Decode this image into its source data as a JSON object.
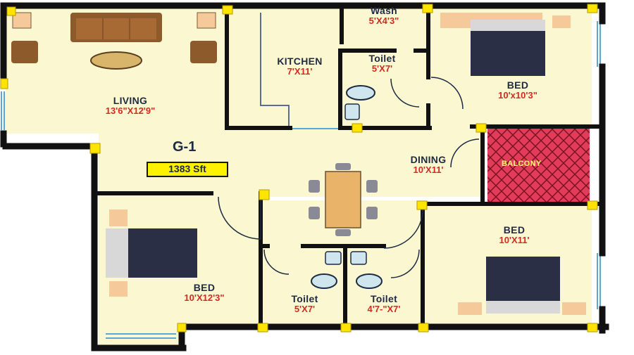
{
  "plan": {
    "unit_name": "G-1",
    "area": "1383 Sft",
    "rooms": [
      {
        "id": "living",
        "name": "LIVING",
        "dim": "13'6\"X12'9\""
      },
      {
        "id": "kitchen",
        "name": "KITCHEN",
        "dim": "7'X11'"
      },
      {
        "id": "wash",
        "name": "Wash",
        "dim": "5'X4'3\""
      },
      {
        "id": "toilet-top",
        "name": "Toilet",
        "dim": "5'X7'"
      },
      {
        "id": "bed-top",
        "name": "BED",
        "dim": "10'x10'3\""
      },
      {
        "id": "dining",
        "name": "DINING",
        "dim": "10'X11'"
      },
      {
        "id": "balcony",
        "name": "BALCONY",
        "dim": ""
      },
      {
        "id": "bed-right",
        "name": "BED",
        "dim": "10'X11'"
      },
      {
        "id": "bed-left",
        "name": "BED",
        "dim": "10'X12'3\""
      },
      {
        "id": "toilet-mid",
        "name": "Toilet",
        "dim": "5'X7'"
      },
      {
        "id": "toilet-right",
        "name": "Toilet",
        "dim": "4'7-\"X7'"
      }
    ],
    "colors": {
      "floor": "#fbf7d0",
      "wall": "#111111",
      "column": "#ffe400",
      "balcony": "#e23c5a",
      "bed": "#2b2f45",
      "label": "#1f2a44",
      "dimension": "#d42a22"
    }
  }
}
